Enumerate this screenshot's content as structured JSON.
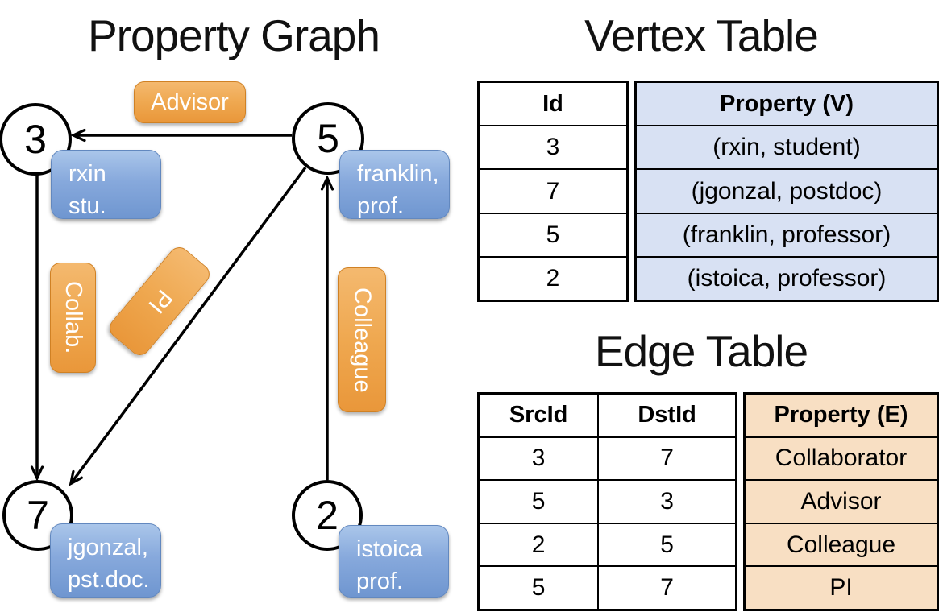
{
  "graph": {
    "title": "Property Graph",
    "vertices": [
      {
        "id": "3",
        "label_line1": "rxin",
        "label_line2": "stu."
      },
      {
        "id": "5",
        "label_line1": "franklin,",
        "label_line2": "prof."
      },
      {
        "id": "7",
        "label_line1": "jgonzal,",
        "label_line2": "pst.doc."
      },
      {
        "id": "2",
        "label_line1": "istoica",
        "label_line2": "prof."
      }
    ],
    "edges": [
      {
        "src": "5",
        "dst": "3",
        "label": "Advisor"
      },
      {
        "src": "3",
        "dst": "7",
        "label": "Collab."
      },
      {
        "src": "5",
        "dst": "7",
        "label": "PI"
      },
      {
        "src": "2",
        "dst": "5",
        "label": "Colleague"
      }
    ]
  },
  "vertex_table": {
    "title": "Vertex Table",
    "headers": {
      "id": "Id",
      "property": "Property (V)"
    },
    "rows": [
      {
        "id": "3",
        "property": "(rxin, student)"
      },
      {
        "id": "7",
        "property": "(jgonzal, postdoc)"
      },
      {
        "id": "5",
        "property": "(franklin, professor)"
      },
      {
        "id": "2",
        "property": "(istoica, professor)"
      }
    ]
  },
  "edge_table": {
    "title": "Edge Table",
    "headers": {
      "src": "SrcId",
      "dst": "DstId",
      "property": "Property (E)"
    },
    "rows": [
      {
        "src": "3",
        "dst": "7",
        "property": "Collaborator"
      },
      {
        "src": "5",
        "dst": "3",
        "property": "Advisor"
      },
      {
        "src": "2",
        "dst": "5",
        "property": "Colleague"
      },
      {
        "src": "5",
        "dst": "7",
        "property": "PI"
      }
    ]
  },
  "colors": {
    "vertex_box_blue": "#87A9DC",
    "edge_box_orange": "#EFA850",
    "vertex_table_fill": "#D8E1F3",
    "edge_table_fill": "#F8DFC3",
    "line_black": "#000000"
  }
}
